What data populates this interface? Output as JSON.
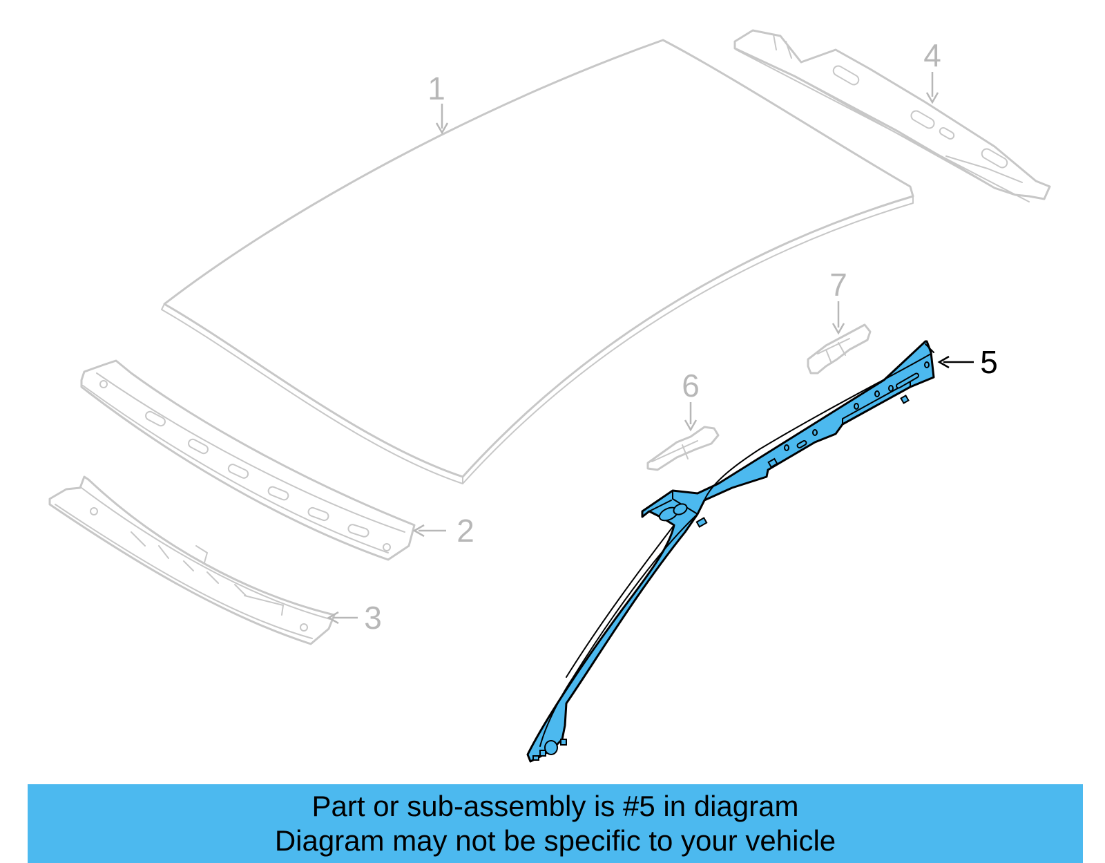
{
  "diagram": {
    "callouts": [
      {
        "id": "1",
        "label": "1"
      },
      {
        "id": "2",
        "label": "2"
      },
      {
        "id": "3",
        "label": "3"
      },
      {
        "id": "4",
        "label": "4"
      },
      {
        "id": "5",
        "label": "5"
      },
      {
        "id": "6",
        "label": "6"
      },
      {
        "id": "7",
        "label": "7"
      }
    ],
    "highlighted_part": "5",
    "colors": {
      "highlight": "#4cb9ef",
      "ghost_line": "#c7c7c7",
      "callout_grey": "#b7b7b7",
      "callout_active": "#000000"
    }
  },
  "banner": {
    "line1": "Part or sub-assembly is #5 in diagram",
    "line2": "Diagram may not be specific to your vehicle",
    "background": "#4cb9ef"
  }
}
